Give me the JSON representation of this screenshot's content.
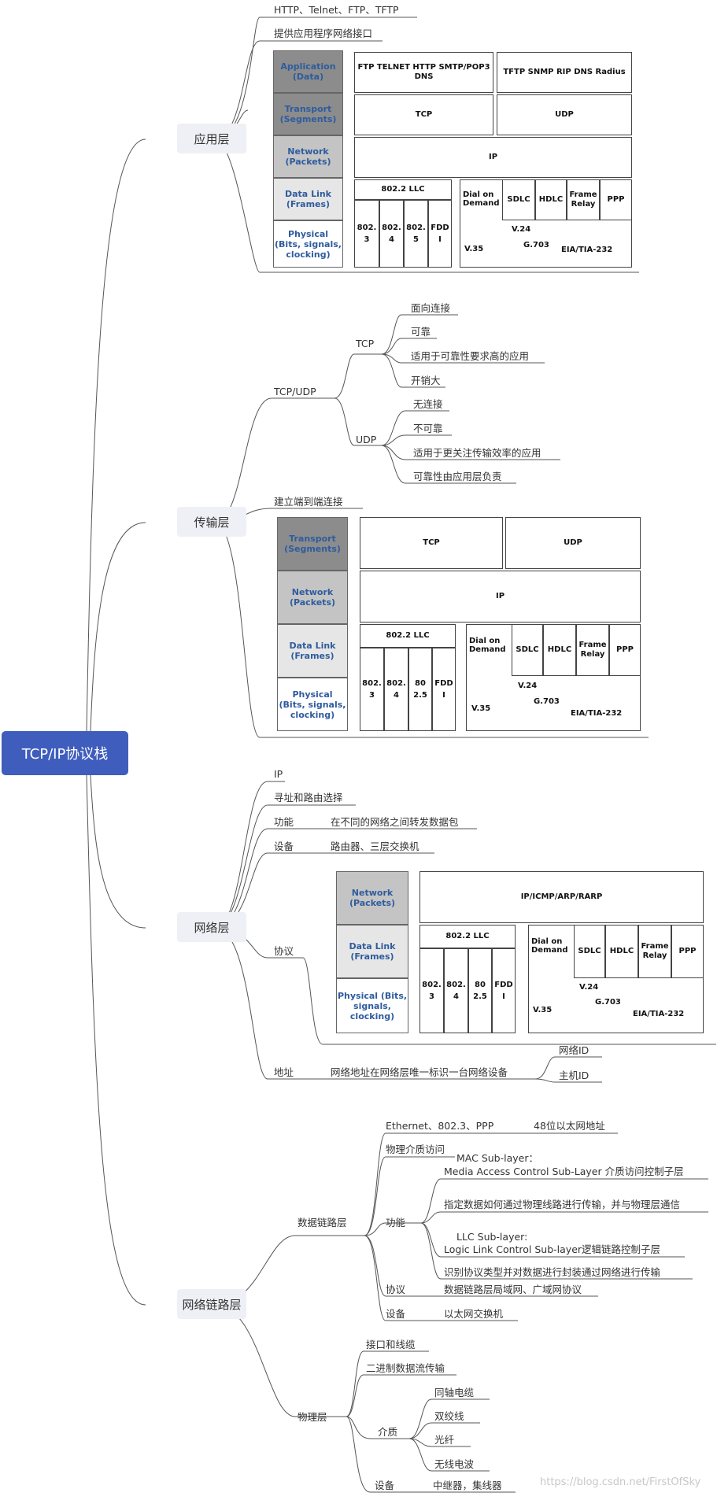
{
  "root": "TCP/IP协议栈",
  "application": {
    "label": "应用层",
    "items": [
      "HTTP、Telnet、FTP、TFTP",
      "提供应用程序网络接口"
    ]
  },
  "transport": {
    "label": "传输层",
    "tcpudp": "TCP/UDP",
    "tcp": {
      "label": "TCP",
      "items": [
        "面向连接",
        "可靠",
        "适用于可靠性要求高的应用",
        "开销大"
      ]
    },
    "udp": {
      "label": "UDP",
      "items": [
        "无连接",
        "不可靠",
        "适用于更关注传输效率的应用",
        "可靠性由应用层负责"
      ]
    },
    "e2e": "建立端到端连接"
  },
  "network": {
    "label": "网络层",
    "ip": "IP",
    "routing": "寻址和路由选择",
    "func_label": "功能",
    "func_value": "在不同的网络之间转发数据包",
    "dev_label": "设备",
    "dev_value": "路由器、三层交换机",
    "proto_label": "协议",
    "addr_label": "地址",
    "addr_value": "网络地址在网络层唯一标识一台网络设备",
    "netid": "网络ID",
    "hostid": "主机ID"
  },
  "link": {
    "label": "网络链路层",
    "dll": {
      "label": "数据链路层",
      "ethernet": "Ethernet、802.3、PPP",
      "mac48": "48位以太网地址",
      "access": "物理介质访问",
      "func_label": "功能",
      "mac_title": "MAC Sub-layer：",
      "mac_desc": "Media Access Control Sub-Layer 介质访问控制子层",
      "mac_func": "指定数据如何通过物理线路进行传输，并与物理层通信",
      "llc_title": "LLC Sub-layer:",
      "llc_desc": "Logic Link Control Sub-layer逻辑链路控制子层",
      "llc_func": "识别协议类型并对数据进行封装通过网络进行传输",
      "proto_label": "协议",
      "proto_value": "数据链路层局域网、广域网协议",
      "dev_label": "设备",
      "dev_value": "以太网交换机"
    },
    "phy": {
      "label": "物理层",
      "iface": "接口和线缆",
      "binary": "二进制数据流传输",
      "media_label": "介质",
      "media": [
        "同轴电缆",
        "双绞线",
        "光纤",
        "无线电波"
      ],
      "dev_label": "设备",
      "dev_value": "中继器，集线器"
    }
  },
  "stack": {
    "layers": {
      "application": "Application (Data)",
      "transport": "Transport (Segments)",
      "network": "Network (Packets)",
      "datalink": "Data Link (Frames)",
      "physical": "Physical (Bits, signals, clocking)"
    },
    "app_proto1": "FTP TELNET HTTP SMTP/POP3  DNS",
    "app_proto2": "TFTP SNMP RIP DNS Radius",
    "tcp": "TCP",
    "udp": "UDP",
    "ip": "IP",
    "ip_full": "IP/ICMP/ARP/RARP",
    "llc": "802.2 LLC",
    "e8023": "802.3",
    "e8024": "802.4",
    "e8025": "802.5",
    "fddi": "FDDI",
    "dial": "Dial on Demand",
    "sdlc": "SDLC",
    "hdlc": "HDLC",
    "frame_relay": "Frame Relay",
    "ppp": "PPP",
    "v24": "V.24",
    "v35": "V.35",
    "g703": "G.703",
    "eia": "EIA/TIA-232"
  },
  "watermark": "https://blog.csdn.net/FirstOfSky",
  "colors": {
    "root_bg": "#3f5dbd",
    "node_bg": "#eff0f5",
    "layer_dark": "#8c8c8c",
    "layer_mid": "#c4c4c4",
    "layer_light": "#e6e6e6",
    "layer_text": "#2e5c9e"
  }
}
